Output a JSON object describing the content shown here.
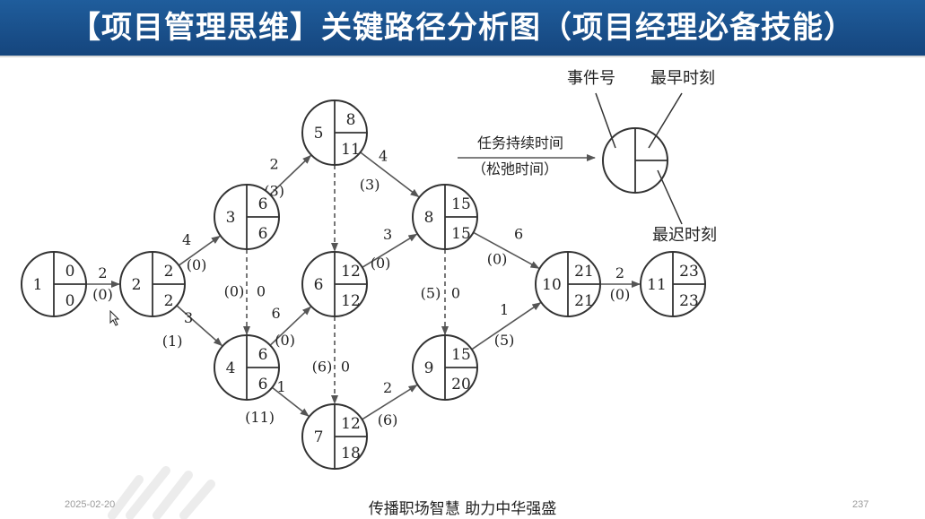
{
  "slide": {
    "title": "【项目管理思维】关键路径分析图（项目经理必备技能）",
    "footer_date": "2025-02-20",
    "footer_slogan": "传播职场智慧  助力中华强盛",
    "page_number": "237",
    "colors": {
      "title_bg": "#15457d",
      "title_text": "#ffffff",
      "line": "#555555"
    }
  },
  "legend": {
    "event_number": "事件号",
    "earliest_time": "最早时刻",
    "latest_time": "最迟时刻",
    "duration": "任务持续时间",
    "slack": "（松弛时间）"
  },
  "nodes": [
    {
      "id": "1",
      "earliest": "0",
      "latest": "0"
    },
    {
      "id": "2",
      "earliest": "2",
      "latest": "2"
    },
    {
      "id": "3",
      "earliest": "6",
      "latest": "6"
    },
    {
      "id": "4",
      "earliest": "6",
      "latest": "6"
    },
    {
      "id": "5",
      "earliest": "8",
      "latest": "11"
    },
    {
      "id": "6",
      "earliest": "12",
      "latest": "12"
    },
    {
      "id": "7",
      "earliest": "12",
      "latest": "18"
    },
    {
      "id": "8",
      "earliest": "15",
      "latest": "15"
    },
    {
      "id": "9",
      "earliest": "15",
      "latest": "20"
    },
    {
      "id": "10",
      "earliest": "21",
      "latest": "21"
    },
    {
      "id": "11",
      "earliest": "23",
      "latest": "23"
    }
  ],
  "edges": [
    {
      "from": "1",
      "to": "2",
      "duration": "2",
      "slack": "(0)",
      "dashed": false
    },
    {
      "from": "2",
      "to": "3",
      "duration": "4",
      "slack": "(0)",
      "dashed": false
    },
    {
      "from": "2",
      "to": "4",
      "duration": "3",
      "slack": "(1)",
      "dashed": false
    },
    {
      "from": "3",
      "to": "5",
      "duration": "2",
      "slack": "(3)",
      "dashed": false
    },
    {
      "from": "3",
      "to": "4",
      "duration": "0",
      "slack": "(0)",
      "dashed": true
    },
    {
      "from": "4",
      "to": "6",
      "duration": "6",
      "slack": "(0)",
      "dashed": false
    },
    {
      "from": "4",
      "to": "7",
      "duration": "1",
      "slack": "(11)",
      "dashed": false
    },
    {
      "from": "5",
      "to": "8",
      "duration": "4",
      "slack": "(3)",
      "dashed": false
    },
    {
      "from": "5",
      "to": "6",
      "duration": "",
      "slack": "",
      "dashed": true
    },
    {
      "from": "6",
      "to": "8",
      "duration": "3",
      "slack": "(0)",
      "dashed": false
    },
    {
      "from": "6",
      "to": "7",
      "duration": "0",
      "slack": "(6)",
      "dashed": true
    },
    {
      "from": "7",
      "to": "9",
      "duration": "2",
      "slack": "(6)",
      "dashed": false
    },
    {
      "from": "8",
      "to": "10",
      "duration": "6",
      "slack": "(0)",
      "dashed": false
    },
    {
      "from": "8",
      "to": "9",
      "duration": "0",
      "slack": "(5)",
      "dashed": true
    },
    {
      "from": "9",
      "to": "10",
      "duration": "1",
      "slack": "(5)",
      "dashed": false
    },
    {
      "from": "10",
      "to": "11",
      "duration": "2",
      "slack": "(0)",
      "dashed": false
    }
  ]
}
